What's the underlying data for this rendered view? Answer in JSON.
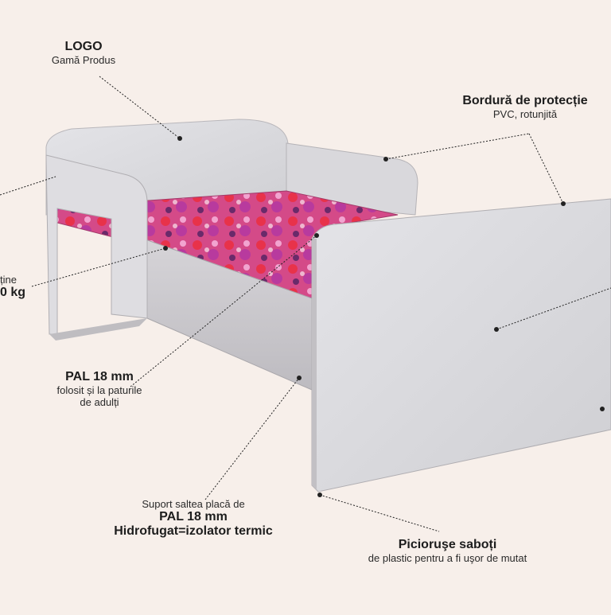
{
  "annotations": {
    "logo": {
      "title": "LOGO",
      "subtitle": "Gamă Produs"
    },
    "border": {
      "title": "Bordură de protecție",
      "subtitle": "PVC, rotunjită"
    },
    "weight": {
      "line1": "ține",
      "line2": "0 kg"
    },
    "pal": {
      "title": "PAL 18 mm",
      "line1": "folosit și la paturile",
      "line2": "de adulți"
    },
    "support": {
      "line1": "Suport saltea placă de",
      "line2": "PAL 18 mm",
      "line3": "Hidrofugat=izolator termic"
    },
    "legs": {
      "title": "Picioruşe saboți",
      "subtitle": "de plastic pentru a fi uşor de mutat"
    }
  },
  "colors": {
    "background": "#f7efea",
    "panel": "#dcdcdf",
    "panel_shade": "#c9c8cc",
    "mattress": "#d8457a",
    "leader": "#222222"
  }
}
